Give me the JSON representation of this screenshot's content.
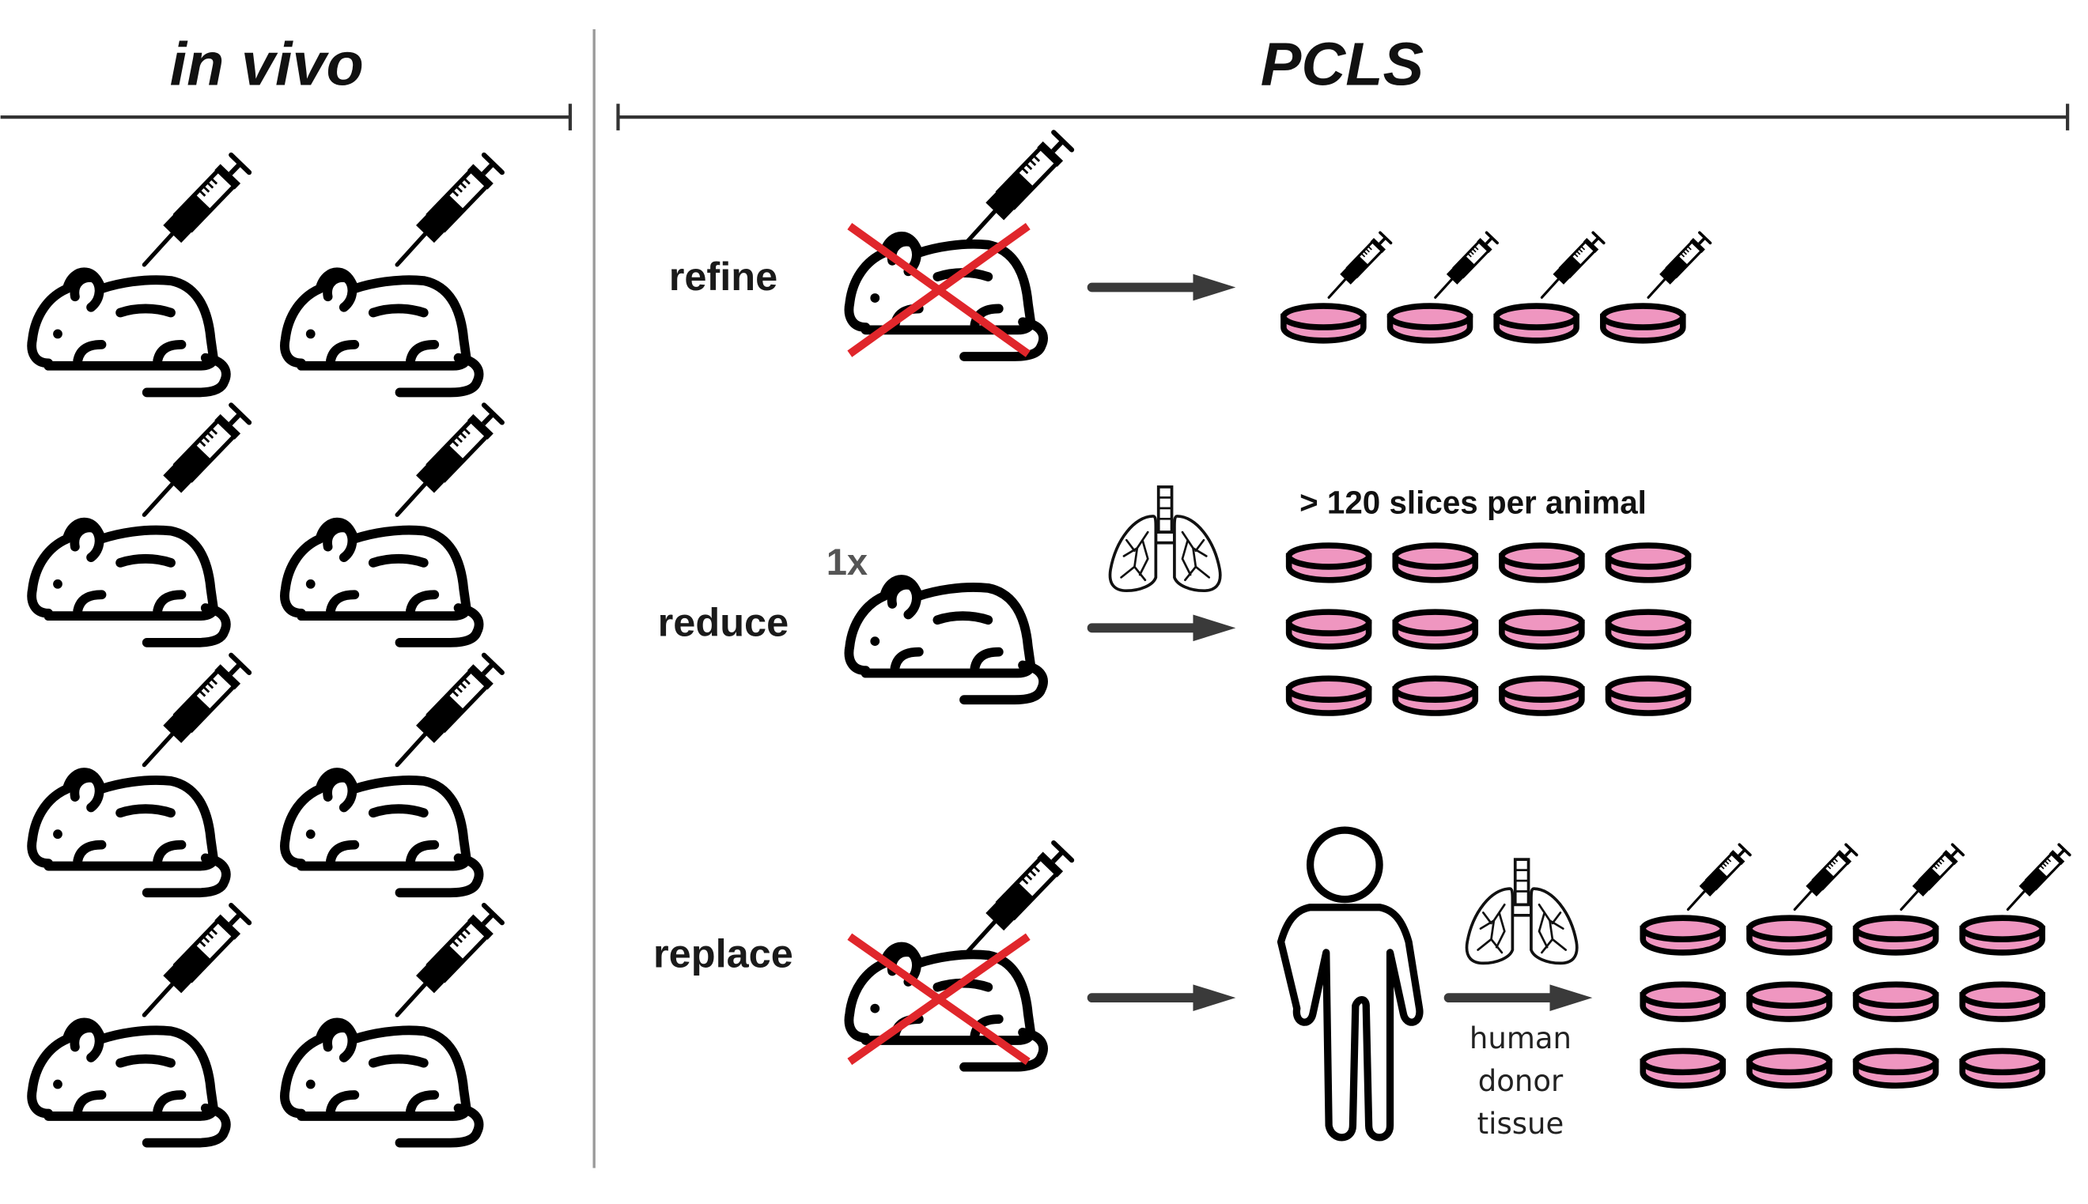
{
  "figure": {
    "colors": {
      "dish_fill": "#ef96c0",
      "cross": "#e0262b",
      "arrow": "#3a3a3a",
      "count_label": "#555555",
      "divider": "#9a9a9a"
    },
    "left_panel": {
      "title": "in vivo",
      "mice_count": 8,
      "mice_columns": 2,
      "mice_rows": 4,
      "icon_mouse": "mouse-icon",
      "icon_syringe": "syringe-icon"
    },
    "right_panel": {
      "title": "PCLS",
      "rows": [
        {
          "label": "refine",
          "source": "crossed-out injected mouse",
          "dish_rows": 1,
          "dish_cols": 4,
          "dishes_injected": true
        },
        {
          "label": "reduce",
          "count_label": "1x",
          "note": "> 120 slices per animal",
          "dish_rows": 3,
          "dish_cols": 4,
          "dishes_injected": false
        },
        {
          "label": "replace",
          "source": "crossed-out injected mouse",
          "donor_label_lines": [
            "human",
            "donor",
            "tissue"
          ],
          "dish_rows": 3,
          "dish_cols": 4,
          "dishes_injected": true
        }
      ]
    }
  }
}
